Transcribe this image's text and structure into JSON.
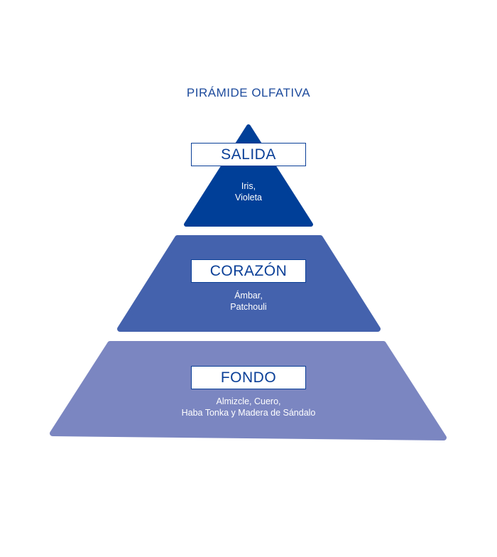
{
  "title": "PIRÁMIDE OLFATIVA",
  "colors": {
    "salida": "#003f98",
    "corazon": "#4462ad",
    "fondo": "#7b86c1",
    "text": "#0a3f97"
  },
  "tiers": [
    {
      "label": "SALIDA",
      "notes": [
        "Iris,",
        "Violeta"
      ]
    },
    {
      "label": "CORAZÓN",
      "notes": [
        "Ámbar,",
        "Patchouli"
      ]
    },
    {
      "label": "FONDO",
      "notes": [
        "Almizcle, Cuero,",
        "Haba Tonka y Madera de Sándalo"
      ]
    }
  ]
}
